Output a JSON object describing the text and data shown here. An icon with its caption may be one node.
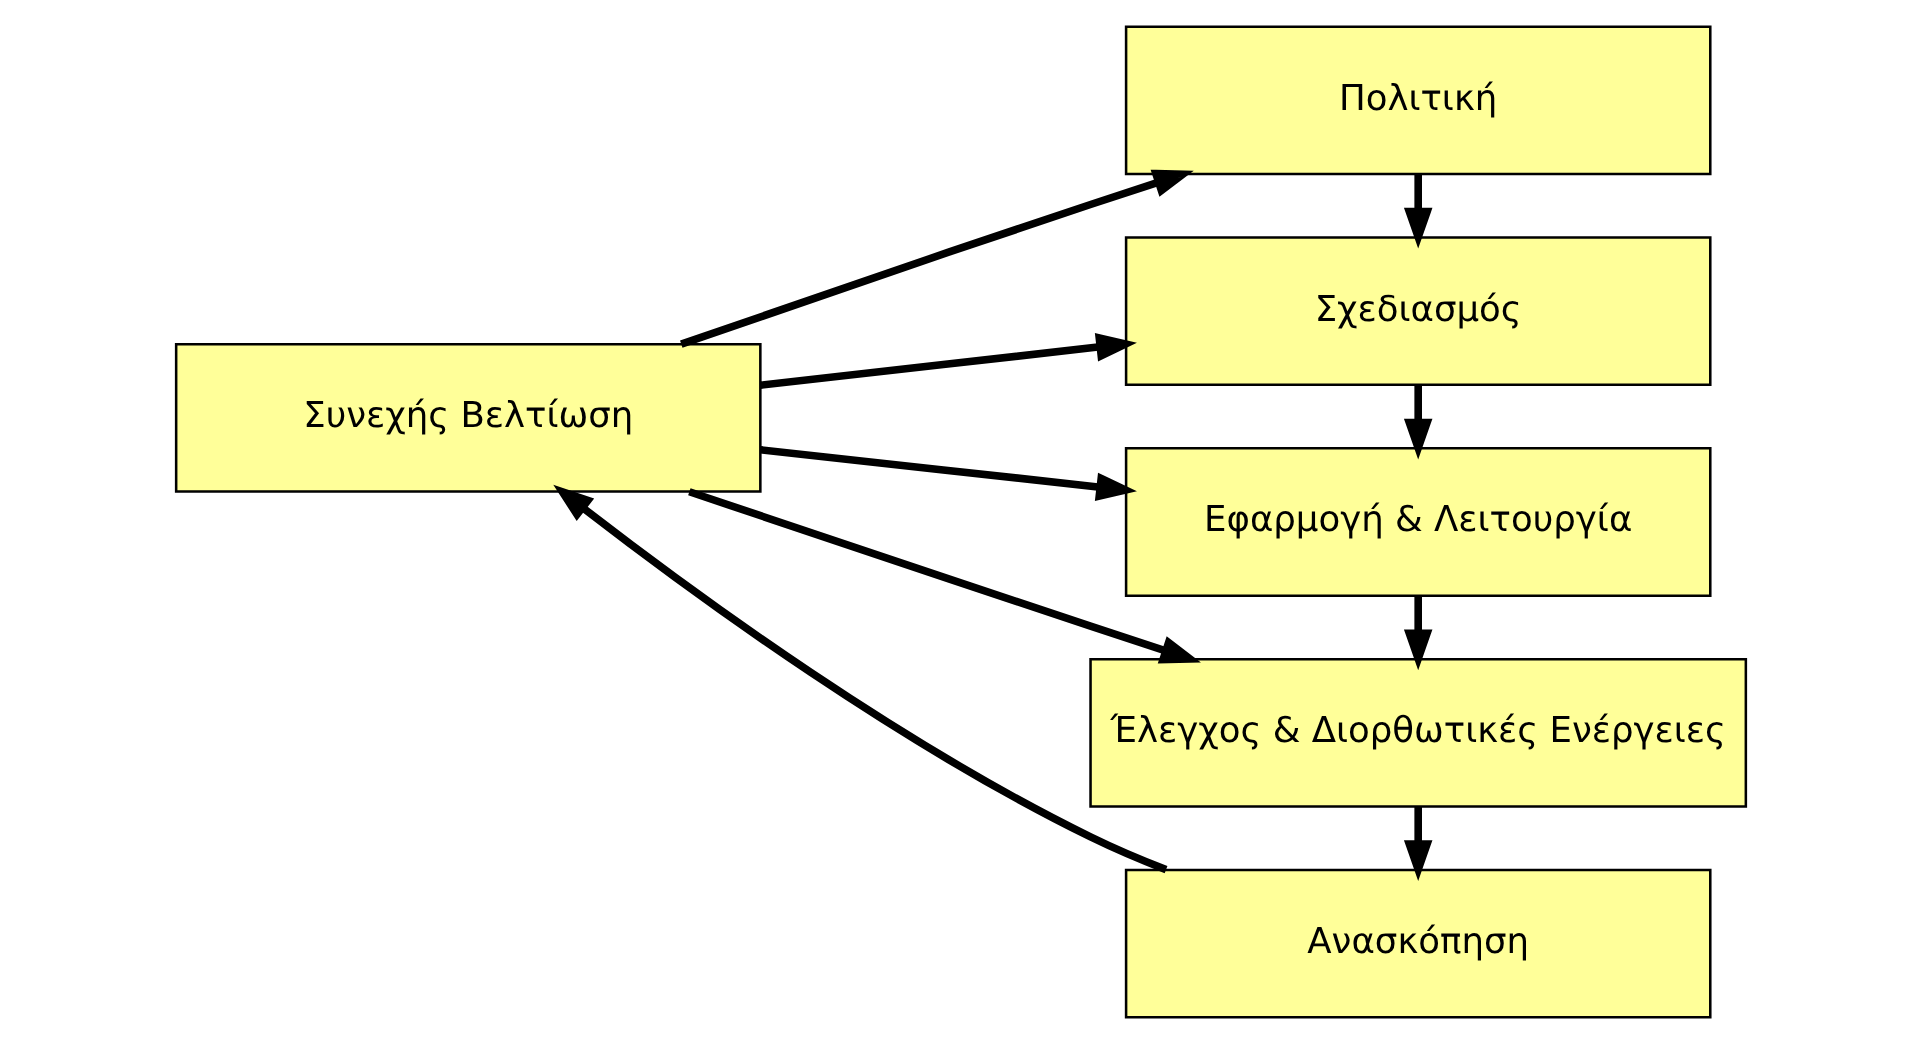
{
  "diagram": {
    "nodes": [
      {
        "text": [
          "Συνεχής Βελτίωση"
        ]
      },
      {
        "text": [
          "Πολιτική"
        ]
      },
      {
        "text": [
          "Σχεδιασμός"
        ]
      },
      {
        "text": [
          "Εφαρμογή & Λειτουργία"
        ]
      },
      {
        "text": [
          "Έλεγχος & Διορθωτικές Ενέργειες"
        ]
      },
      {
        "text": [
          "Ανασκόπηση"
        ]
      }
    ],
    "edges": [
      {
        "from": 0,
        "to": 1,
        "arrow": "to"
      },
      {
        "from": 0,
        "to": 2,
        "arrow": "to"
      },
      {
        "from": 0,
        "to": 3,
        "arrow": "to"
      },
      {
        "from": 0,
        "to": 4,
        "arrow": "to"
      },
      {
        "from": 1,
        "to": 2,
        "arrow": "to"
      },
      {
        "from": 2,
        "to": 3,
        "arrow": "to"
      },
      {
        "from": 3,
        "to": 4,
        "arrow": "to"
      },
      {
        "from": 4,
        "to": 5,
        "arrow": "to"
      },
      {
        "from": 5,
        "to": 0,
        "arrow": "to"
      }
    ]
  }
}
